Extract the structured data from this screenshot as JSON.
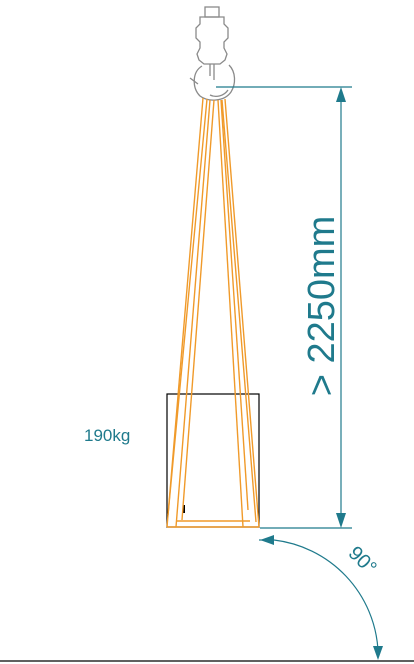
{
  "dimension": {
    "label": "> 2250mm"
  },
  "load": {
    "weight_label": "190kg"
  },
  "angle": {
    "label": "90°"
  },
  "colors": {
    "teal": "#1f7a8c",
    "sling": "#f09a2a",
    "hook": "#8a8a8a",
    "box": "#000000"
  },
  "icons": {
    "hook": "crane-hook-icon",
    "load": "box-load-icon"
  }
}
